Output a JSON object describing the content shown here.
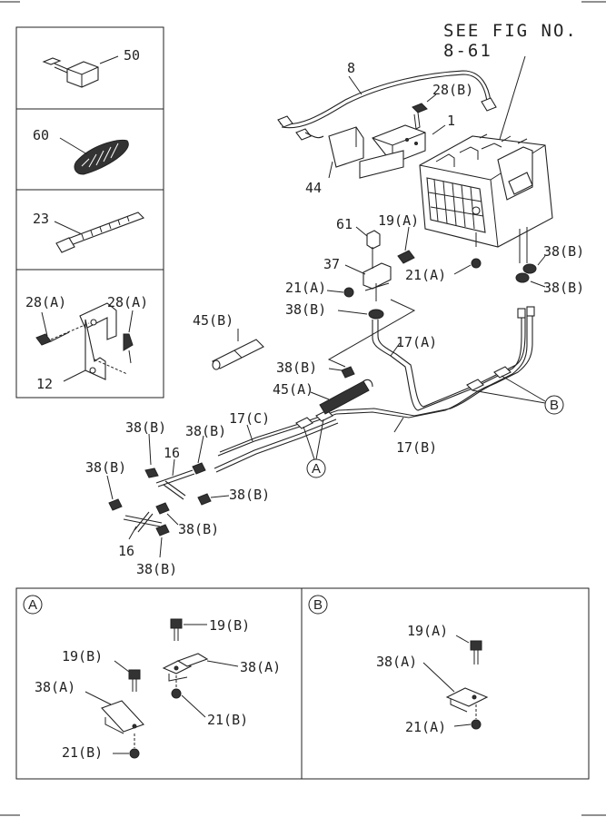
{
  "see_fig": {
    "line1": "SEE FIG NO.",
    "line2": "8-61"
  },
  "callouts": {
    "c50": "50",
    "c60": "60",
    "c23": "23",
    "c28a_1": "28(A)",
    "c28a_2": "28(A)",
    "c12": "12",
    "c8": "8",
    "c28b": "28(B)",
    "c1": "1",
    "c44": "44",
    "c61": "61",
    "c19a": "19(A)",
    "c37": "37",
    "c21a_1": "21(A)",
    "c21a_2": "21(A)",
    "c38b_1": "38(B)",
    "c38b_2": "38(B)",
    "c38b_3": "38(B)",
    "c45b": "45(B)",
    "c17a": "17(A)",
    "c38b_4": "38(B)",
    "c45a": "45(A)",
    "c17c": "17(C)",
    "c38b_5": "38(B)",
    "c38b_6": "38(B)",
    "c16_1": "16",
    "c38b_7": "38(B)",
    "c38b_8": "38(B)",
    "c38b_9": "38(B)",
    "c16_2": "16",
    "c38b_10": "38(B)",
    "c17b": "17(B)",
    "markA": "A",
    "markB": "B"
  },
  "detail_a": {
    "title": "A",
    "c19b_1": "19(B)",
    "c38a_1": "38(A)",
    "c21b_1": "21(B)",
    "c19b_2": "19(B)",
    "c38a_2": "38(A)",
    "c21b_2": "21(B)"
  },
  "detail_b": {
    "title": "B",
    "c19a": "19(A)",
    "c38a": "38(A)",
    "c21a": "21(A)"
  }
}
